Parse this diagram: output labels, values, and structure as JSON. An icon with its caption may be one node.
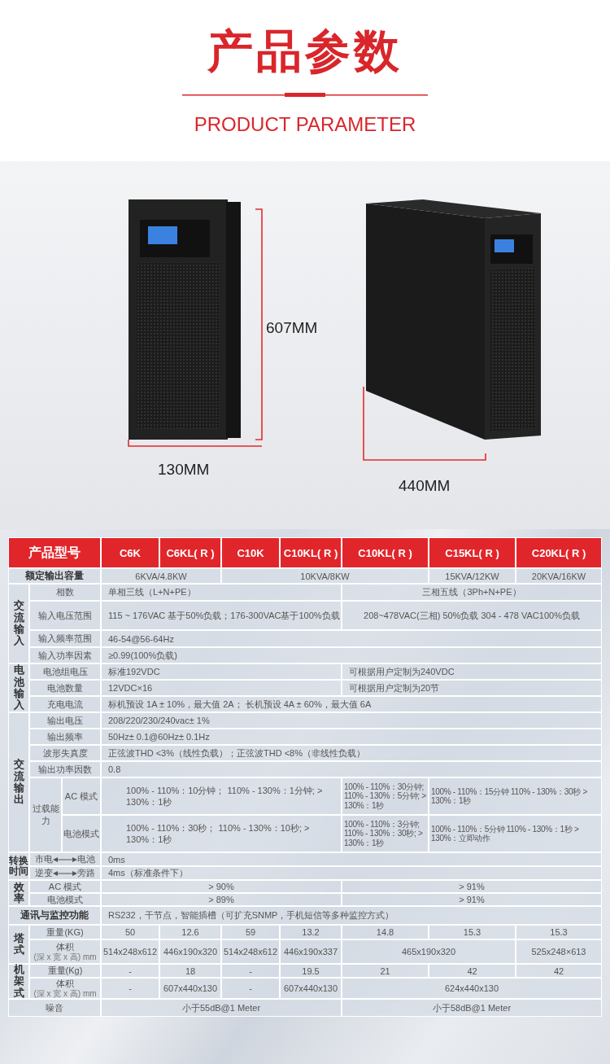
{
  "diagram": {
    "title": "产品参数",
    "labels": [
      "PRODUCT PARAMETER",
      "607MM",
      "130MM",
      "440MM",
      "产品型号",
      "C6K",
      "C6KL( R )",
      "C10K",
      "C10KL( R )",
      "C10KL( R )",
      "C15KL( R )",
      "C20KL( R )",
      "额定输出容量",
      "6KVA/4.8KW",
      "10KVA/8KW",
      "15KVA/12KW",
      "20KVA/16KW",
      "交流输入",
      "相数",
      "单相三线（L+N+PE）",
      "三相五线（3Ph+N+PE）",
      "输入电压范围",
      "115 ~ 176VAC 基于50%负载；176-300VAC基于100%负载",
      "208~478VAC(三相) 50%负载 304 - 478 VAC100%负载",
      "输入频率范围",
      "46-54@56-64Hz",
      "输入功率因素",
      "≥0.99(100%负载)",
      "电池输入",
      "电池组电压",
      "标准192VDC",
      "可根据用户定制为240VDC",
      "电池数量",
      "12VDC×16",
      "可根据用户定制为20节",
      "充电电流",
      "标机预设 1A ± 10%，最大值 2A； 长机预设 4A ± 60%，最大值 6A",
      "交流输出",
      "输出电压",
      "208/220/230/240vac± 1%",
      "输出频率",
      "50Hz± 0.1@60Hz± 0.1Hz",
      "波形失真度",
      "正弦波THD <3%（线性负载）；正弦波THD <8%（非线性负载）",
      "输出功率因数",
      "0.8",
      "过载能力",
      "AC 模式",
      "100% - 110%：10分钟； 110% - 130%：1分钟; > 130%：1秒",
      "100% - 110%：30分钟; 110% - 130%：5分钟; > 130%：1秒",
      "100% - 110%：15分钟 110% - 130%：30秒 > 130%：1秒",
      "电池模式",
      "100% - 110%：30秒； 110% - 130%：10秒; > 130%：1秒",
      "100% - 110%：3分钟; 110% - 130%：30秒; > 130%：1秒",
      "100% - 110%：5分钟 110% - 130%：1秒 > 130%：立即动作",
      "转换时间",
      "市电",
      "电池",
      "0ms",
      "逆变",
      "旁路",
      "4ms（标准条件下）",
      "效率",
      "AC 模式",
      "> 90%",
      "> 91%",
      "电池模式",
      "> 89%",
      "> 91%",
      "通讯与监控功能",
      "RS232，干节点，智能插槽（可扩充SNMP，手机短信等多种监控方式）",
      "塔式",
      "重量(KG)",
      "50",
      "12.6",
      "59",
      "13.2",
      "14.8",
      "15.3",
      "15.3",
      "体积",
      "(深 x 宽 x 高) mm",
      "514x248x612",
      "446x190x320",
      "514x248x612",
      "446x190x337",
      "465x190x320",
      "525x248×613",
      "机架式",
      "重量(Kg)",
      "-",
      "18",
      "-",
      "19.5",
      "21",
      "42",
      "42",
      "体积",
      "(深 x 宽 x 高) mm",
      "-",
      "607x440x130",
      "-",
      "607x440x130",
      "624x440x130",
      "噪音",
      "小于55dB@1 Meter",
      "小于58dB@1 Meter"
    ]
  }
}
